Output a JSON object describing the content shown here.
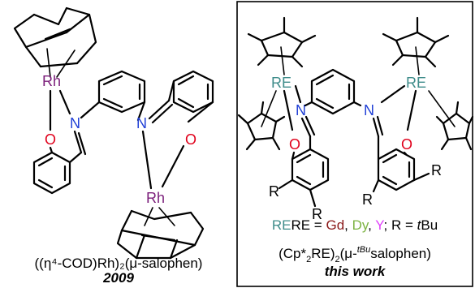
{
  "left_panel": {
    "rh_label": "Rh",
    "o_label": "O",
    "n_label": "N",
    "caption_formula": "((η⁴-COD)Rh)₂(μ-salophen)",
    "caption_year": "2009"
  },
  "right_panel": {
    "re_label": "RE",
    "o_label": "O",
    "n_label": "N",
    "r_label": "R",
    "legend_prefix": "RE = ",
    "legend_gd": "Gd",
    "legend_sep1": ", ",
    "legend_dy": "Dy",
    "legend_sep2": ", ",
    "legend_y": "Y",
    "legend_suffix": "; R = ",
    "legend_tbu": "t",
    "legend_tbu2": "Bu",
    "caption_formula_a": "(Cp*",
    "caption_formula_b": "2",
    "caption_formula_c": "RE)",
    "caption_formula_d": "2",
    "caption_formula_e": "(μ-",
    "caption_formula_f": "tBu",
    "caption_formula_g": "salophen)",
    "caption_work": "this work"
  },
  "colors": {
    "rh": "#7b1e7a",
    "re": "#3e8c8a",
    "o": "#e0001b",
    "n": "#1f3fd6",
    "gd": "#8b1a1a",
    "dy": "#7cb342",
    "y": "#e040fb"
  }
}
